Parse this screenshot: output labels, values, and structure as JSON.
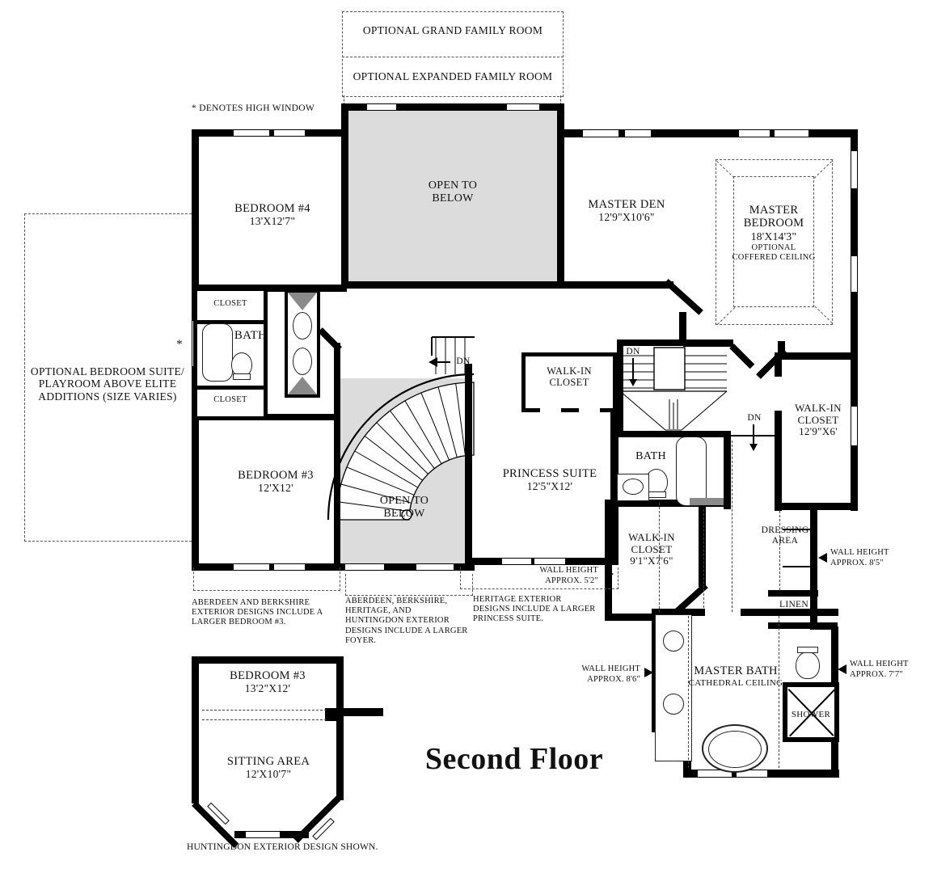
{
  "title": "Second Floor",
  "legend_high_window": "* DENOTES HIGH WINDOW",
  "optional_areas": {
    "grand_family_room": "OPTIONAL GRAND FAMILY ROOM",
    "expanded_family_room": "OPTIONAL EXPANDED FAMILY ROOM",
    "bedroom_suite": "OPTIONAL BEDROOM SUITE/ PLAYROOM ABOVE ELITE ADDITIONS (SIZE VARIES)",
    "high_window_marker": "*"
  },
  "rooms": {
    "bedroom4": {
      "name": "BEDROOM #4",
      "dims": "13'X12'7\""
    },
    "open_to_below_upper": {
      "name": "OPEN TO BELOW"
    },
    "master_den": {
      "name": "MASTER DEN",
      "dims": "12'9\"X10'6\""
    },
    "master_bedroom": {
      "name": "MASTER BEDROOM",
      "dims": "18'X14'3\"",
      "note": "OPTIONAL COFFERED CEILING"
    },
    "closet_upper": {
      "name": "CLOSET"
    },
    "bath_left": {
      "name": "BATH"
    },
    "closet_lower": {
      "name": "CLOSET"
    },
    "walk_in_closet_center": {
      "name": "WALK-IN CLOSET"
    },
    "princess_suite": {
      "name": "PRINCESS SUITE",
      "dims": "12'5\"X12'"
    },
    "bath_princess": {
      "name": "BATH"
    },
    "walk_in_closet_master": {
      "name": "WALK-IN CLOSET",
      "dims": "12'9\"X6'"
    },
    "bedroom3": {
      "name": "BEDROOM #3",
      "dims": "12'X12'"
    },
    "open_to_below_lower": {
      "name": "OPEN TO BELOW"
    },
    "walk_in_closet_princess": {
      "name": "WALK-IN CLOSET",
      "dims": "9'1\"X7'6\""
    },
    "dressing_area": {
      "name": "DRESSING AREA"
    },
    "linen": {
      "name": "LINEN"
    },
    "master_bath": {
      "name": "MASTER BATH",
      "note": "CATHEDRAL CEILING"
    },
    "shower": {
      "name": "SHOWER"
    },
    "alt_bedroom3": {
      "name": "BEDROOM #3",
      "dims": "13'2\"X12'"
    },
    "sitting_area": {
      "name": "SITTING AREA",
      "dims": "12'X10'7\""
    }
  },
  "stairs": {
    "down_label": "DN"
  },
  "wall_heights": {
    "princess": "WALL HEIGHT APPROX. 5'2\"",
    "dressing": "WALL HEIGHT APPROX. 8'5\"",
    "master_bath_left": "WALL HEIGHT APPROX. 8'6\"",
    "master_bath_right": "WALL HEIGHT APPROX. 7'7\""
  },
  "footnotes": {
    "bedroom3": "ABERDEEN AND BERKSHIRE EXTERIOR DESIGNS INCLUDE A LARGER BEDROOM #3.",
    "foyer": "ABERDEEN, BERKSHIRE, HERITAGE, AND HUNTINGDON EXTERIOR DESIGNS INCLUDE A LARGER FOYER.",
    "princess_suite": "HERITAGE EXTERIOR DESIGNS INCLUDE A LARGER PRINCESS SUITE.",
    "exterior_shown": "HUNTINGDON EXTERIOR DESIGN SHOWN."
  }
}
